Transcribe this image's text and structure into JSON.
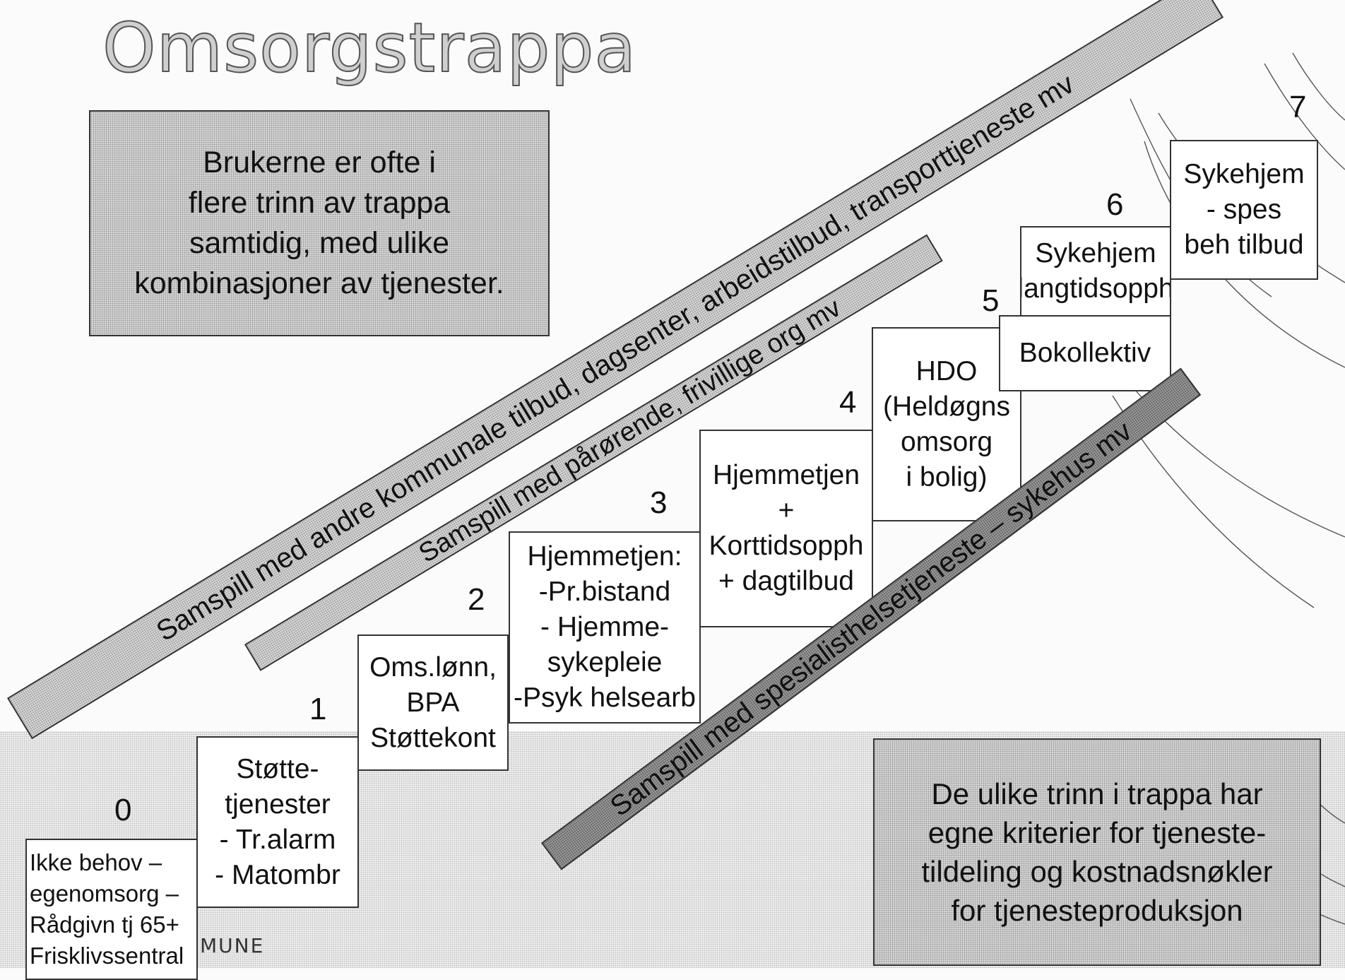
{
  "title": "Omsorgstrappa",
  "note_top": {
    "lines": [
      "Brukerne er ofte i",
      "flere trinn av trappa",
      "samtidig, med ulike",
      "kombinasjoner av tjenester."
    ]
  },
  "note_bottom": {
    "lines": [
      "De ulike trinn i trappa har",
      "egne kriterier for tjeneste-",
      "tildeling og kostnadsnøkler",
      "for  tjenesteproduksjon"
    ]
  },
  "bands": {
    "kommunale": "Samspill med andre kommunale tilbud, dagsenter, arbeidstilbud, transporttjeneste mv",
    "parorende": "Samspill med pårørende, frivillige org mv",
    "spesialist": "Samspill med spesialisthelsetjeneste – sykehus mv"
  },
  "steps": [
    {
      "number": "0",
      "lines": [
        "Ikke behov –",
        "egenomsorg –",
        "Rådgivn tj 65+",
        "Frisklivssentral"
      ]
    },
    {
      "number": "1",
      "lines": [
        "Støtte-",
        "tjenester",
        "- Tr.alarm",
        "- Matombr"
      ]
    },
    {
      "number": "2",
      "lines": [
        "Oms.lønn,",
        "BPA",
        "Støttekont"
      ]
    },
    {
      "number": "3",
      "lines": [
        "Hjemmetjen:",
        "-Pr.bistand",
        "- Hjemme-",
        "sykepleie",
        "-Psyk helsearb"
      ]
    },
    {
      "number": "4",
      "lines": [
        "Hjemmetjen",
        "+",
        "Korttidsopph",
        "+ dagtilbud"
      ]
    },
    {
      "number": "5",
      "lines": [
        "HDO",
        "(Heldøgns",
        "omsorg",
        "i bolig)"
      ]
    },
    {
      "number": "",
      "lines": [
        "Bokollektiv"
      ]
    },
    {
      "number": "6",
      "lines": [
        "Sykehjem",
        "langtidsopph"
      ]
    },
    {
      "number": "7",
      "lines": [
        "Sykehjem",
        "- spes",
        "beh tilbud"
      ]
    }
  ],
  "logo_fragment": "MUNE"
}
